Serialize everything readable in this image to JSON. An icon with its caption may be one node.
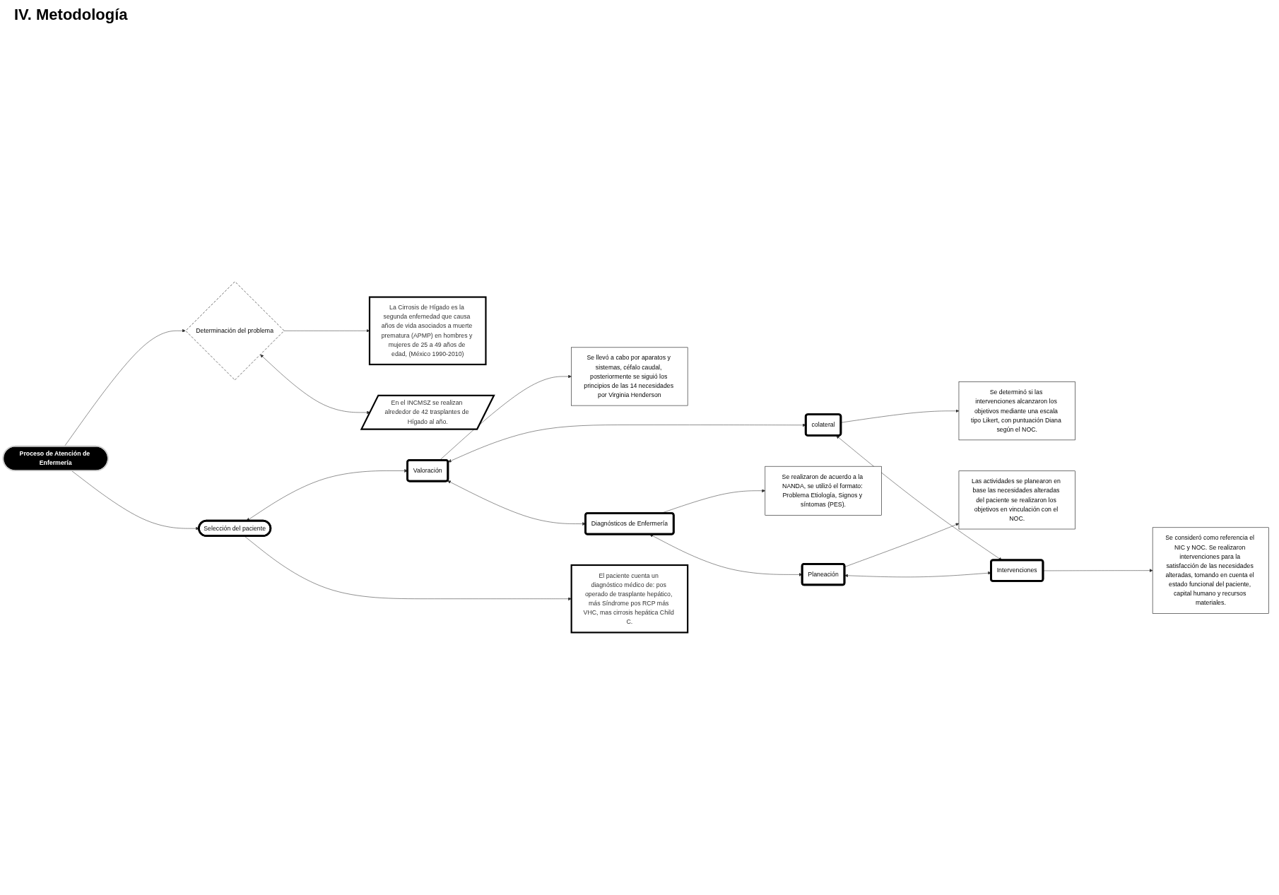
{
  "diagram": {
    "title": "IV. Metodología",
    "nodes": [
      {
        "text": [
          "Proceso de Atención de Enfermería"
        ]
      },
      {
        "text": [
          "Determinación del problema"
        ]
      },
      {
        "text": [
          "La Cirrosis de Hígado es la segunda enfemedad que causa años de vida asociados a muerte prematura (APMP) en hombres y mujeres de 25 a 49 años de edad, (México 1990-2010)"
        ]
      },
      {
        "text": [
          "Selección del paciente"
        ]
      },
      {
        "text": [
          "El paciente cuenta un diagnóstico médico de: pos operado de trasplante hepático, más Síndrome pos RCP más VHC, mas cirrosis hepática Child C."
        ]
      },
      {
        "text": [
          "En el INCMSZ se realizan alrededor de 42 trasplantes de Hígado al año."
        ]
      },
      {
        "text": [
          "Se llevó a cabo por aparatos y sistemas, céfalo caudal, posteriormente se siguió los principios de las 14 necesidades por Virginia Henderson"
        ]
      },
      {
        "text": [
          "Valoración"
        ]
      },
      {
        "text": [
          "colateral"
        ]
      },
      {
        "text": [
          "Se determinó si las intervenciones alcanzaron los objetivos mediante una escala tipo Likert, con puntuación Diana según el NOC."
        ]
      },
      {
        "text": [
          "Se realizaron de acuerdo a la NANDA, se utilizó el formato: Problema Etiología, Signos y síntomas (PES)."
        ]
      },
      {
        "text": [
          "Diagnósticos de Enfermería"
        ]
      },
      {
        "text": [
          "Se consideró como referencia el NIC y NOC. Se realizaron intervenciones para la satisfacción de las necesidades alteradas, tomando en cuenta el estado funcional del paciente, capital humano y recursos materiales."
        ]
      },
      {
        "text": [
          "Las actividades se planearon en base las necesidades alteradas del paciente se realizaron los objetivos en vinculación con el NOC."
        ]
      },
      {
        "text": [
          "Planeación"
        ]
      },
      {
        "text": [
          "Intervenciones"
        ]
      }
    ],
    "edges": [
      {
        "from": 0,
        "to": 1,
        "arrow": "to"
      },
      {
        "from": 1,
        "to": 2,
        "arrow": "to"
      },
      {
        "from": 0,
        "to": 3,
        "arrow": "to"
      },
      {
        "from": 3,
        "to": 7,
        "arrow": "both"
      },
      {
        "from": 3,
        "to": 4,
        "arrow": "to"
      },
      {
        "from": 1,
        "to": 5,
        "arrow": "both"
      },
      {
        "from": 7,
        "to": 6,
        "arrow": "to"
      },
      {
        "from": 7,
        "to": 8,
        "arrow": "both"
      },
      {
        "from": 8,
        "to": 9,
        "arrow": "to"
      },
      {
        "from": 7,
        "to": 11,
        "arrow": "both"
      },
      {
        "from": 11,
        "to": 10,
        "arrow": "to"
      },
      {
        "from": 11,
        "to": 14,
        "arrow": "both"
      },
      {
        "from": 14,
        "to": 13,
        "arrow": "to"
      },
      {
        "from": 14,
        "to": 15,
        "arrow": "both"
      },
      {
        "from": 8,
        "to": 15,
        "arrow": "both"
      },
      {
        "from": 15,
        "to": 12,
        "arrow": "to"
      }
    ]
  }
}
